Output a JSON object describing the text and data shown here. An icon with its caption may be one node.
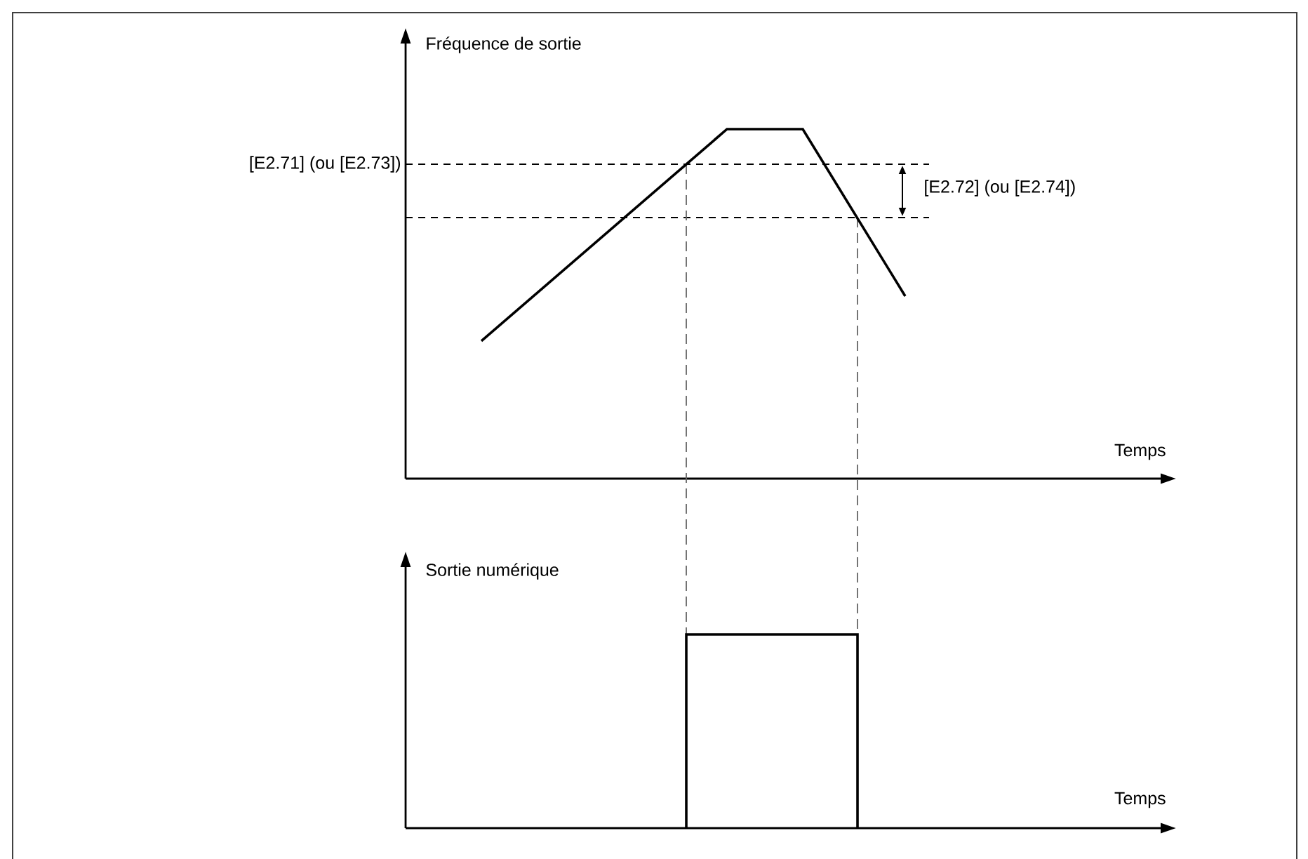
{
  "diagram": {
    "labels": [
      "Fréquence de sortie",
      "[E2.71] (ou [E2.73])",
      "[E2.72] (ou [E2.74])",
      "Temps",
      "Sortie numérique",
      "Temps"
    ]
  }
}
